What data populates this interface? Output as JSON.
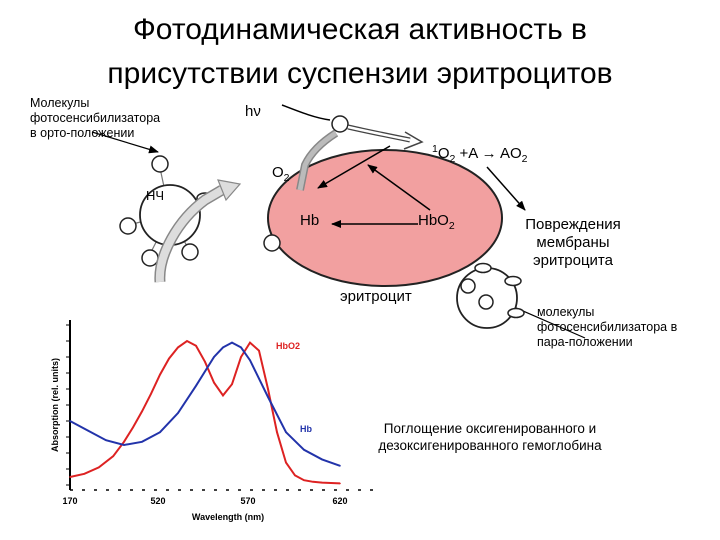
{
  "title_line1": "Фотодинамическая активность в",
  "title_line2": "присутствии суспензии эритроцитов",
  "label_ortho_1": "Молекулы",
  "label_ortho_2": "фотосенсибилизатора",
  "label_ortho_3": "в орто-положении",
  "label_hv": "hν",
  "label_reaction_o": "O",
  "label_reaction_o_sub": "2",
  "label_reaction_rest": " +A → AO",
  "label_reaction_rest_sub": "2",
  "label_reaction_sup": "1",
  "label_o2": "O",
  "label_o2_sub": "2",
  "label_nch": "НЧ",
  "label_hb": "Hb",
  "label_hbo2": "HbO",
  "label_hbo2_sub": "2",
  "label_damage_1": "Повреждения",
  "label_damage_2": "мембраны",
  "label_damage_3": "эритроцита",
  "label_erythrocyte": "эритроцит",
  "label_para_1": "молекулы",
  "label_para_2": "фотосенсибилизатора в",
  "label_para_3": "пара-положении",
  "caption_1": "Поглощение оксигенированного и",
  "caption_2": "дезоксигенированного гемоглобина",
  "colors": {
    "cell_fill": "#f2a0a0",
    "hbo2_curve": "#dd2222",
    "hb_curve": "#2233aa",
    "arrow_gray": "#a8a8a8"
  },
  "chart_data": {
    "type": "line",
    "xlabel": "Wavelength (nm)",
    "ylabel": "Absorption (rel. units)",
    "x_ticks": [
      "170",
      "520",
      "570",
      "620"
    ],
    "xlim": [
      470,
      620
    ],
    "series": [
      {
        "name": "HbO2",
        "color": "#dd2222",
        "x": [
          470,
          478,
          486,
          494,
          500,
          505,
          510,
          515,
          520,
          525,
          530,
          535,
          540,
          545,
          550,
          555,
          560,
          565,
          570,
          575,
          580,
          585,
          590,
          595,
          600,
          605,
          610,
          620
        ],
        "y": [
          0.05,
          0.07,
          0.11,
          0.18,
          0.27,
          0.36,
          0.46,
          0.57,
          0.69,
          0.79,
          0.86,
          0.9,
          0.87,
          0.77,
          0.64,
          0.56,
          0.63,
          0.8,
          0.89,
          0.84,
          0.6,
          0.33,
          0.14,
          0.06,
          0.03,
          0.02,
          0.015,
          0.01
        ]
      },
      {
        "name": "Hb",
        "color": "#2233aa",
        "x": [
          470,
          480,
          490,
          500,
          510,
          520,
          530,
          540,
          550,
          555,
          560,
          565,
          570,
          580,
          590,
          600,
          610,
          620
        ],
        "y": [
          0.4,
          0.34,
          0.28,
          0.25,
          0.27,
          0.33,
          0.45,
          0.62,
          0.8,
          0.86,
          0.89,
          0.86,
          0.78,
          0.55,
          0.33,
          0.22,
          0.16,
          0.12
        ]
      }
    ]
  }
}
